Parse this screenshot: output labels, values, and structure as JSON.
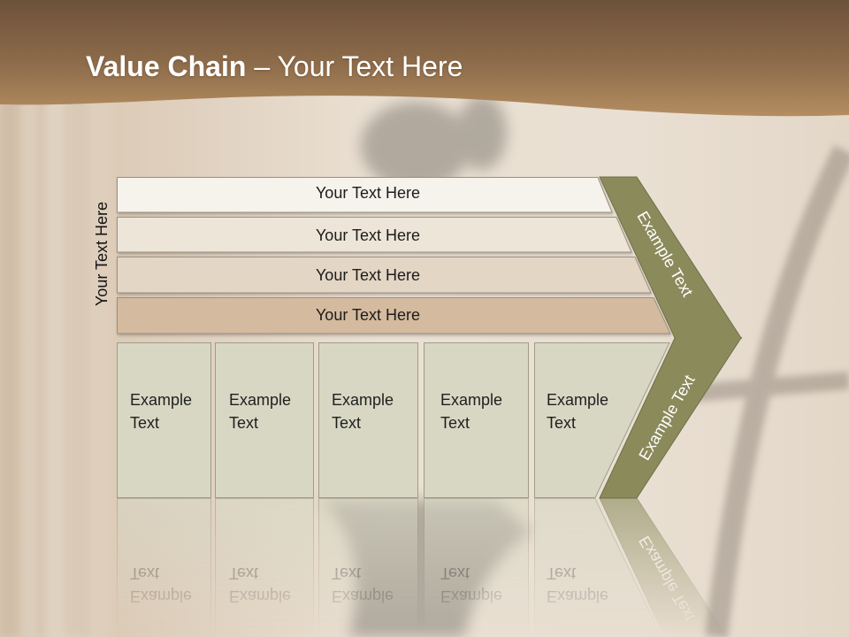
{
  "slide": {
    "title_bold": "Value Chain",
    "title_rest": "– Your Text Here"
  },
  "side_label": "Your Text Here",
  "bars": [
    {
      "label": "Your Text Here"
    },
    {
      "label": "Your Text Here"
    },
    {
      "label": "Your Text Here"
    },
    {
      "label": "Your Text Here"
    }
  ],
  "activities": [
    {
      "label": "Example Text"
    },
    {
      "label": "Example Text"
    },
    {
      "label": "Example Text"
    },
    {
      "label": "Example Text"
    },
    {
      "label": "Example Text"
    }
  ],
  "chevron": {
    "label_upper": "Example Text",
    "label_lower": "Example Text"
  },
  "colors": {
    "header_band": "#8e6c4b",
    "chevron": "#8a8a5b",
    "activity_box": "#d7d7c4",
    "bar_fills": [
      "#f6f2ec",
      "#eee5d9",
      "#e4d6c4",
      "#d4ba9e"
    ]
  }
}
